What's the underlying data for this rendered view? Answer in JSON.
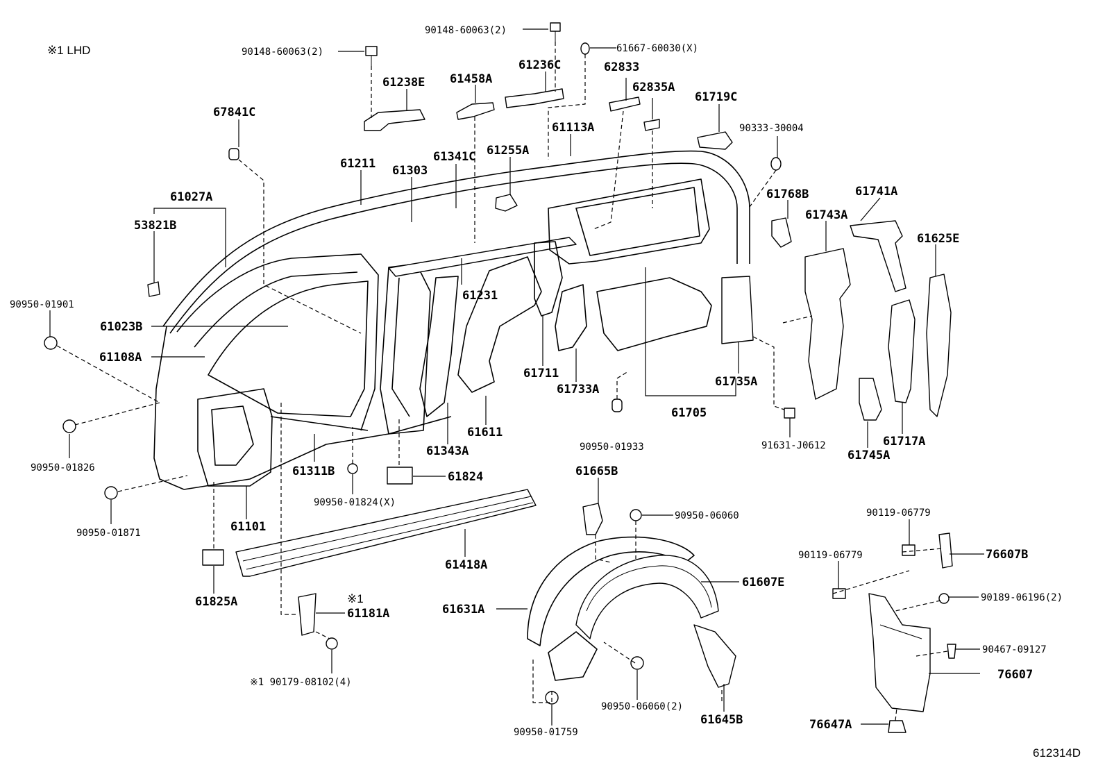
{
  "header_note": "※1 LHD",
  "illustration_id": "612314D",
  "callouts": {
    "p61667_60030": "61667-60030(X)",
    "p90148_60063_top": "90148-60063(2)",
    "p90148_60063_left": "90148-60063(2)",
    "p61236C": "61236C",
    "p61458A": "61458A",
    "p61238E": "61238E",
    "p62833": "62833",
    "p62835A": "62835A",
    "p61719C": "61719C",
    "p90333_30004": "90333-30004",
    "p67841C": "67841C",
    "p61113A": "61113A",
    "p61341C": "61341C",
    "p61255A": "61255A",
    "p61211": "61211",
    "p61303": "61303",
    "p61027A": "61027A",
    "p53821B": "53821B",
    "p61768B": "61768B",
    "p61741A": "61741A",
    "p61743A": "61743A",
    "p61625E": "61625E",
    "p90950_01901": "90950-01901",
    "p61231": "61231",
    "p61023B": "61023B",
    "p61108A": "61108A",
    "p61711": "61711",
    "p61733A": "61733A",
    "p61735A": "61735A",
    "p61611": "61611",
    "p61705": "61705",
    "p90950_01933": "90950-01933",
    "p91631_J0612": "91631-J0612",
    "p61745A": "61745A",
    "p61717A": "61717A",
    "p90950_01826": "90950-01826",
    "p61343A": "61343A",
    "p61311B": "61311B",
    "p61824": "61824",
    "p61665B": "61665B",
    "p90950_01824": "90950-01824(X)",
    "p61101": "61101",
    "p90950_01871": "90950-01871",
    "p90950_06060": "90950-06060",
    "p90119_06779_a": "90119-06779",
    "p90119_06779_b": "90119-06779",
    "p76607B": "76607B",
    "p61418A": "61418A",
    "p61607E": "61607E",
    "p61825A": "61825A",
    "p_note1": "※1",
    "p61181A": "61181A",
    "p61631A": "61631A",
    "p90189_06196": "90189-06196(2)",
    "p90467_09127": "90467-09127",
    "p76607": "76607",
    "p90179_08102": "※1 90179-08102(4)",
    "p90950_06060_2": "90950-06060(2)",
    "p61645B": "61645B",
    "p76647A": "76647A",
    "p90950_01759": "90950-01759"
  }
}
